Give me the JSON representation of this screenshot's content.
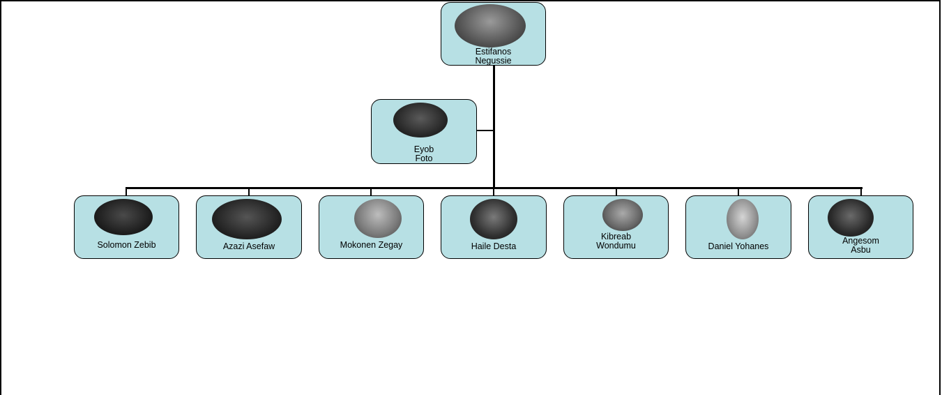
{
  "root": {
    "line1": "Estifanos",
    "line2": "Negussie",
    "photo_icon": "portrait-photo"
  },
  "assistant": {
    "line1": "Eyob",
    "line2": "Foto",
    "photo_icon": "portrait-photo"
  },
  "members": [
    {
      "line1": "Solomon Zebib",
      "line2": ""
    },
    {
      "line1": "Azazi  Asefaw",
      "line2": ""
    },
    {
      "line1": "Mokonen Zegay",
      "line2": ""
    },
    {
      "line1": "Haile Desta",
      "line2": ""
    },
    {
      "line1": "Kibreab",
      "line2": "Wondumu"
    },
    {
      "line1": "Daniel Yohanes",
      "line2": ""
    },
    {
      "line1": "Angesom",
      "line2": "Asbu"
    }
  ],
  "colors": {
    "node_fill": "#b7e0e4",
    "connector": "#000000"
  }
}
